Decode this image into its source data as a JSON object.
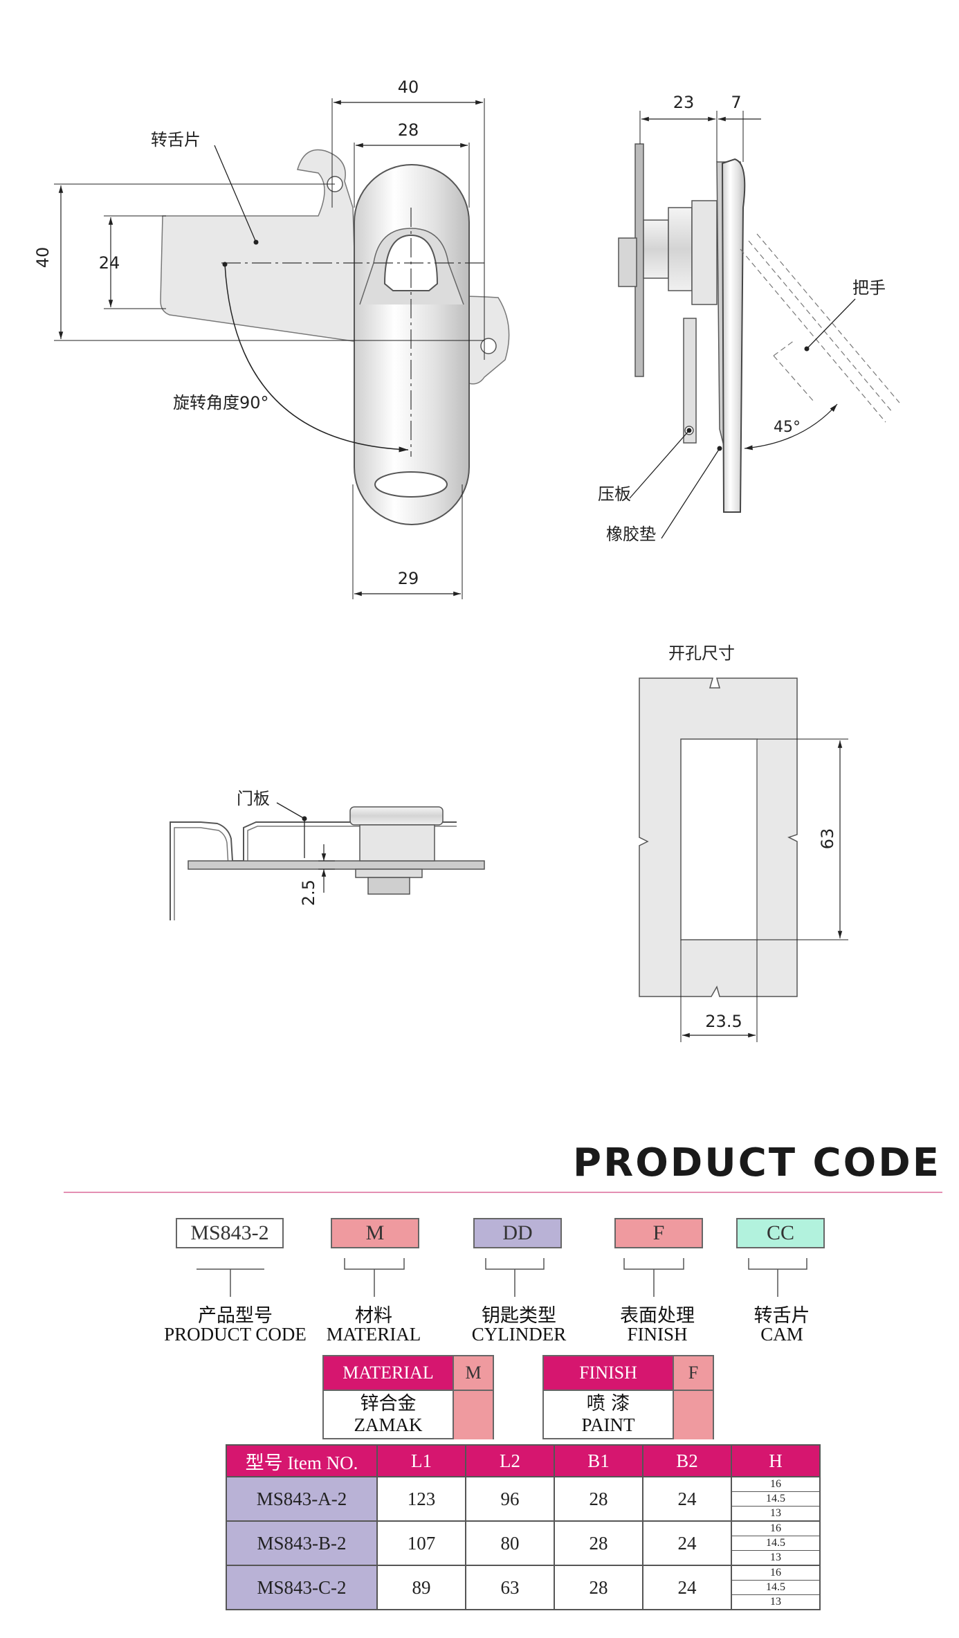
{
  "drawing": {
    "front": {
      "dim_top_outer": "40",
      "dim_top_inner": "28",
      "dim_left_outer": "40",
      "dim_left_inner": "24",
      "dim_bottom": "29",
      "label_cam": "转舌片",
      "label_rotation": "旋转角度90°"
    },
    "side": {
      "dim_a": "23",
      "dim_b": "7",
      "label_handle": "把手",
      "label_angle": "45°",
      "label_plate": "压板",
      "label_gasket": "橡胶垫"
    },
    "install": {
      "label_door": "门板",
      "dim_thickness": "2.5"
    },
    "cutout": {
      "title": "开孔尺寸",
      "dim_height": "63",
      "dim_width": "23.5"
    }
  },
  "product_code": {
    "title": "PRODUCT CODE",
    "segments": [
      {
        "code": "MS843-2",
        "cn": "产品型号",
        "en": "PRODUCT CODE",
        "color": "#ffffff"
      },
      {
        "code": "M",
        "cn": "材料",
        "en": "MATERIAL",
        "color": "#ef9a9f"
      },
      {
        "code": "DD",
        "cn": "钥匙类型",
        "en": "CYLINDER",
        "color": "#b9b2d6"
      },
      {
        "code": "F",
        "cn": "表面处理",
        "en": "FINISH",
        "color": "#ef9a9f"
      },
      {
        "code": "CC",
        "cn": "转舌片",
        "en": "CAM",
        "color": "#b2f2dd"
      }
    ],
    "material_table": {
      "header": "MATERIAL",
      "code": "M",
      "cn": "锌合金",
      "en": "ZAMAK"
    },
    "finish_table": {
      "header": "FINISH",
      "code": "F",
      "cn": "喷 漆",
      "en": "PAINT"
    }
  },
  "spec_table": {
    "headers": [
      "型号 Item NO.",
      "L1",
      "L2",
      "B1",
      "B2",
      "H"
    ],
    "rows": [
      {
        "item": "MS843-A-2",
        "l1": "123",
        "l2": "96",
        "b1": "28",
        "b2": "24",
        "h": [
          "16",
          "14.5",
          "13"
        ]
      },
      {
        "item": "MS843-B-2",
        "l1": "107",
        "l2": "80",
        "b1": "28",
        "b2": "24",
        "h": [
          "16",
          "14.5",
          "13"
        ]
      },
      {
        "item": "MS843-C-2",
        "l1": "89",
        "l2": "63",
        "b1": "28",
        "b2": "24",
        "h": [
          "16",
          "14.5",
          "13"
        ]
      }
    ]
  }
}
